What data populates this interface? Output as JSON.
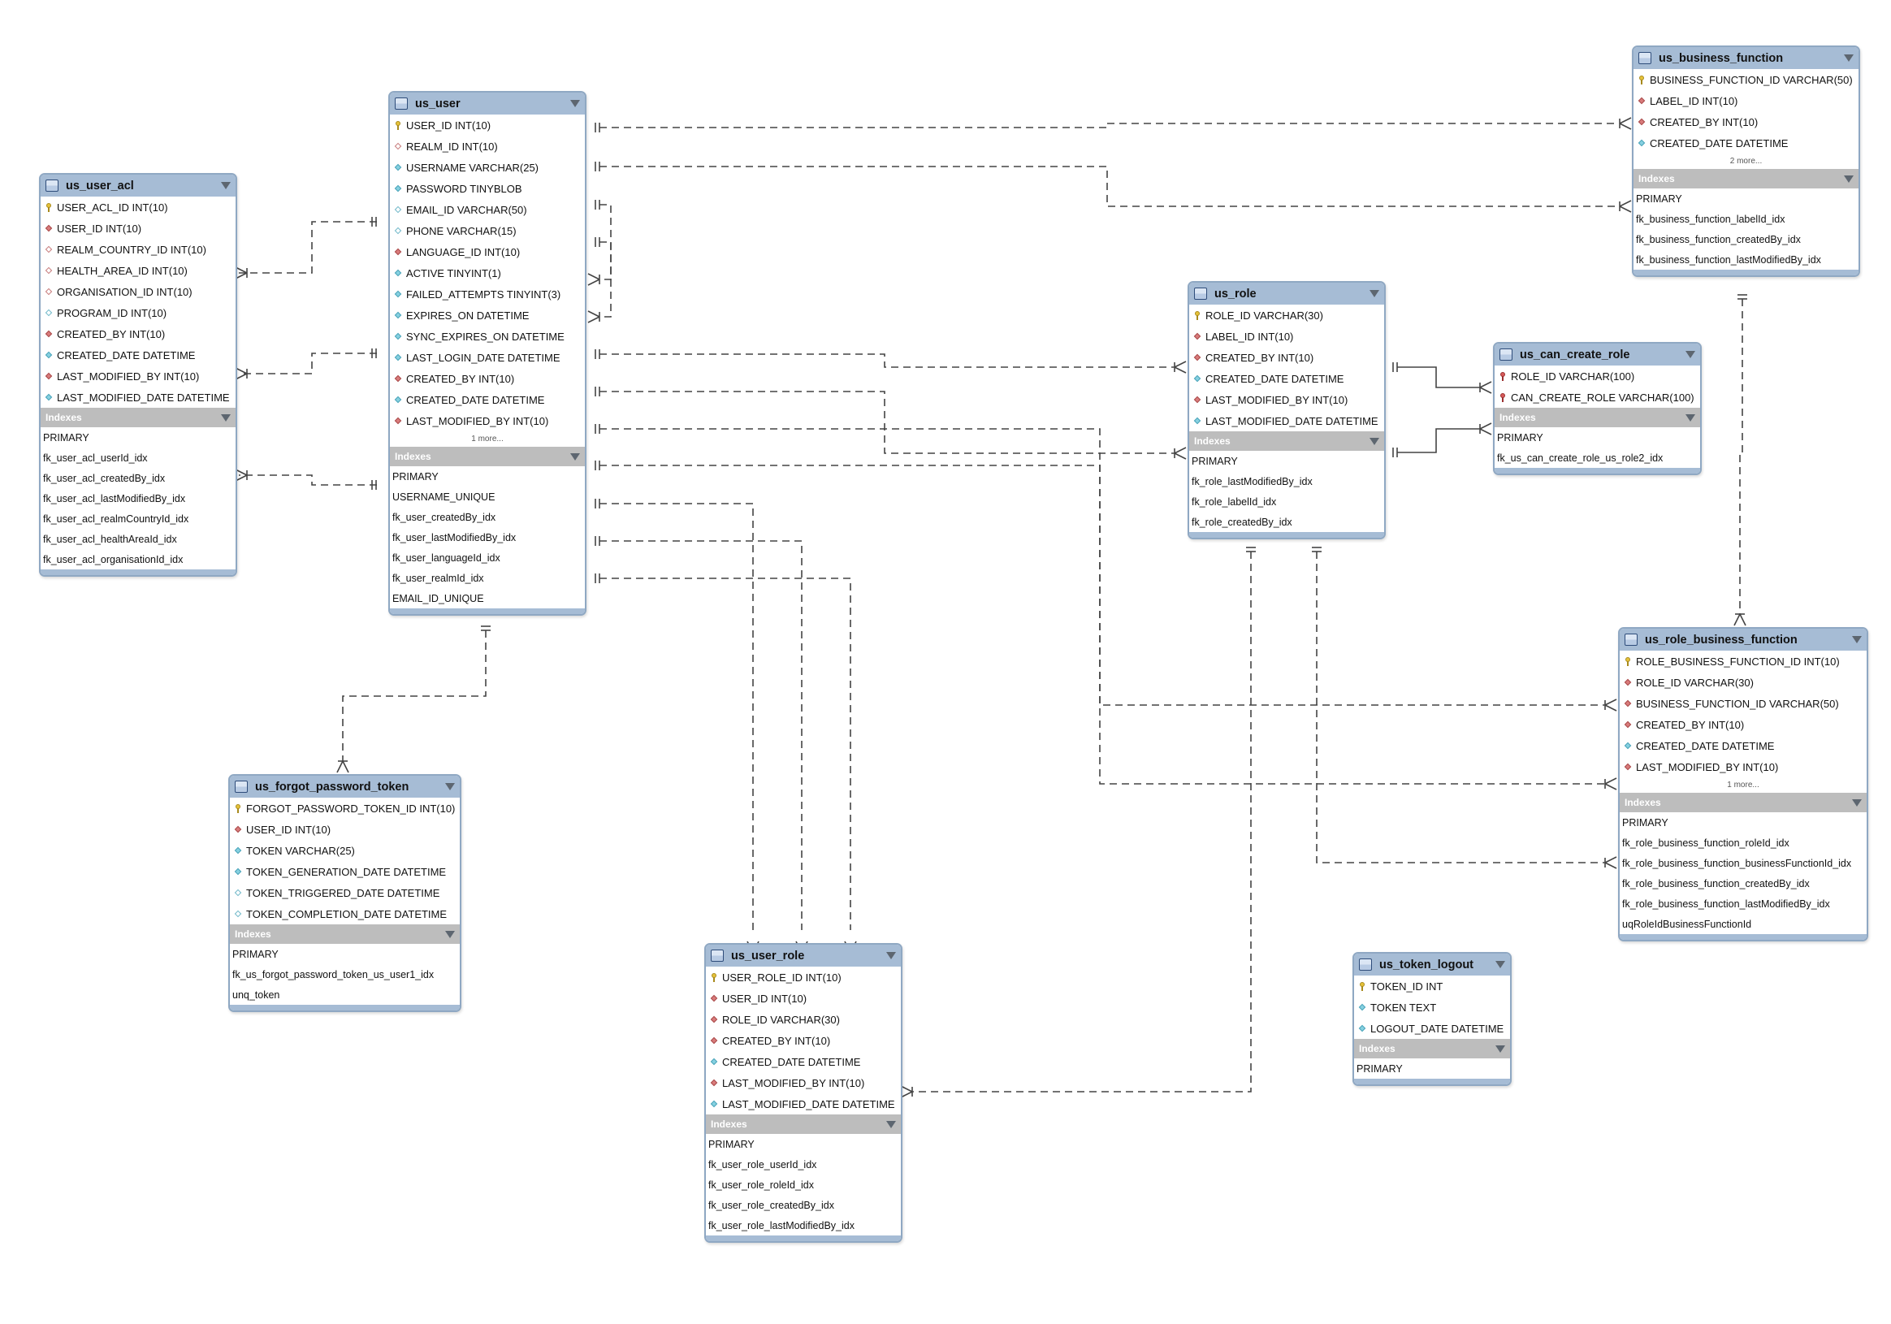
{
  "indexes_label": "Indexes",
  "tables": {
    "us_user_acl": {
      "name": "us_user_acl",
      "columns": [
        {
          "icon": "pk",
          "text": "USER_ACL_ID INT(10)"
        },
        {
          "icon": "fk",
          "text": "USER_ID INT(10)"
        },
        {
          "icon": "fkx",
          "text": "REALM_COUNTRY_ID INT(10)"
        },
        {
          "icon": "fkx",
          "text": "HEALTH_AREA_ID INT(10)"
        },
        {
          "icon": "fkx",
          "text": "ORGANISATION_ID INT(10)"
        },
        {
          "icon": "colo",
          "text": "PROGRAM_ID INT(10)"
        },
        {
          "icon": "fk",
          "text": "CREATED_BY INT(10)"
        },
        {
          "icon": "col",
          "text": "CREATED_DATE DATETIME"
        },
        {
          "icon": "fk",
          "text": "LAST_MODIFIED_BY INT(10)"
        },
        {
          "icon": "col",
          "text": "LAST_MODIFIED_DATE DATETIME"
        }
      ],
      "more": "",
      "indexes": [
        "PRIMARY",
        "fk_user_acl_userId_idx",
        "fk_user_acl_createdBy_idx",
        "fk_user_acl_lastModifiedBy_idx",
        "fk_user_acl_realmCountryId_idx",
        "fk_user_acl_healthAreaId_idx",
        "fk_user_acl_organisationId_idx"
      ]
    },
    "us_user": {
      "name": "us_user",
      "columns": [
        {
          "icon": "pk",
          "text": "USER_ID INT(10)"
        },
        {
          "icon": "fkx",
          "text": "REALM_ID INT(10)"
        },
        {
          "icon": "col",
          "text": "USERNAME VARCHAR(25)"
        },
        {
          "icon": "col",
          "text": "PASSWORD TINYBLOB"
        },
        {
          "icon": "colo",
          "text": "EMAIL_ID VARCHAR(50)"
        },
        {
          "icon": "colo",
          "text": "PHONE VARCHAR(15)"
        },
        {
          "icon": "fk",
          "text": "LANGUAGE_ID INT(10)"
        },
        {
          "icon": "col",
          "text": "ACTIVE TINYINT(1)"
        },
        {
          "icon": "col",
          "text": "FAILED_ATTEMPTS TINYINT(3)"
        },
        {
          "icon": "col",
          "text": "EXPIRES_ON DATETIME"
        },
        {
          "icon": "col",
          "text": "SYNC_EXPIRES_ON DATETIME"
        },
        {
          "icon": "col",
          "text": "LAST_LOGIN_DATE DATETIME"
        },
        {
          "icon": "fk",
          "text": "CREATED_BY INT(10)"
        },
        {
          "icon": "col",
          "text": "CREATED_DATE DATETIME"
        },
        {
          "icon": "fk",
          "text": "LAST_MODIFIED_BY INT(10)"
        }
      ],
      "more": "1 more...",
      "indexes": [
        "PRIMARY",
        "USERNAME_UNIQUE",
        "fk_user_createdBy_idx",
        "fk_user_lastModifiedBy_idx",
        "fk_user_languageId_idx",
        "fk_user_realmId_idx",
        "EMAIL_ID_UNIQUE"
      ]
    },
    "us_forgot_password_token": {
      "name": "us_forgot_password_token",
      "columns": [
        {
          "icon": "pk",
          "text": "FORGOT_PASSWORD_TOKEN_ID INT(10)"
        },
        {
          "icon": "fk",
          "text": "USER_ID INT(10)"
        },
        {
          "icon": "col",
          "text": "TOKEN VARCHAR(25)"
        },
        {
          "icon": "col",
          "text": "TOKEN_GENERATION_DATE DATETIME"
        },
        {
          "icon": "colo",
          "text": "TOKEN_TRIGGERED_DATE DATETIME"
        },
        {
          "icon": "colo",
          "text": "TOKEN_COMPLETION_DATE DATETIME"
        }
      ],
      "more": "",
      "indexes": [
        "PRIMARY",
        "fk_us_forgot_password_token_us_user1_idx",
        "unq_token"
      ]
    },
    "us_user_role": {
      "name": "us_user_role",
      "columns": [
        {
          "icon": "pk",
          "text": "USER_ROLE_ID INT(10)"
        },
        {
          "icon": "fk",
          "text": "USER_ID INT(10)"
        },
        {
          "icon": "fk",
          "text": "ROLE_ID VARCHAR(30)"
        },
        {
          "icon": "fk",
          "text": "CREATED_BY INT(10)"
        },
        {
          "icon": "col",
          "text": "CREATED_DATE DATETIME"
        },
        {
          "icon": "fk",
          "text": "LAST_MODIFIED_BY INT(10)"
        },
        {
          "icon": "col",
          "text": "LAST_MODIFIED_DATE DATETIME"
        }
      ],
      "more": "",
      "indexes": [
        "PRIMARY",
        "fk_user_role_userId_idx",
        "fk_user_role_roleId_idx",
        "fk_user_role_createdBy_idx",
        "fk_user_role_lastModifiedBy_idx"
      ]
    },
    "us_role": {
      "name": "us_role",
      "columns": [
        {
          "icon": "pk",
          "text": "ROLE_ID VARCHAR(30)"
        },
        {
          "icon": "fk",
          "text": "LABEL_ID INT(10)"
        },
        {
          "icon": "fk",
          "text": "CREATED_BY INT(10)"
        },
        {
          "icon": "col",
          "text": "CREATED_DATE DATETIME"
        },
        {
          "icon": "fk",
          "text": "LAST_MODIFIED_BY INT(10)"
        },
        {
          "icon": "col",
          "text": "LAST_MODIFIED_DATE DATETIME"
        }
      ],
      "more": "",
      "indexes": [
        "PRIMARY",
        "fk_role_lastModifiedBy_idx",
        "fk_role_labelId_idx",
        "fk_role_createdBy_idx"
      ]
    },
    "us_can_create_role": {
      "name": "us_can_create_role",
      "columns": [
        {
          "icon": "fkpk",
          "text": "ROLE_ID VARCHAR(100)"
        },
        {
          "icon": "fkpk",
          "text": "CAN_CREATE_ROLE VARCHAR(100)"
        }
      ],
      "more": "",
      "indexes": [
        "PRIMARY",
        "fk_us_can_create_role_us_role2_idx"
      ]
    },
    "us_business_function": {
      "name": "us_business_function",
      "columns": [
        {
          "icon": "pk",
          "text": "BUSINESS_FUNCTION_ID VARCHAR(50)"
        },
        {
          "icon": "fk",
          "text": "LABEL_ID INT(10)"
        },
        {
          "icon": "fk",
          "text": "CREATED_BY INT(10)"
        },
        {
          "icon": "col",
          "text": "CREATED_DATE DATETIME"
        }
      ],
      "more": "2 more...",
      "indexes": [
        "PRIMARY",
        "fk_business_function_labelId_idx",
        "fk_business_function_createdBy_idx",
        "fk_business_function_lastModifiedBy_idx"
      ]
    },
    "us_role_business_function": {
      "name": "us_role_business_function",
      "columns": [
        {
          "icon": "pk",
          "text": "ROLE_BUSINESS_FUNCTION_ID INT(10)"
        },
        {
          "icon": "fk",
          "text": "ROLE_ID VARCHAR(30)"
        },
        {
          "icon": "fk",
          "text": "BUSINESS_FUNCTION_ID VARCHAR(50)"
        },
        {
          "icon": "fk",
          "text": "CREATED_BY INT(10)"
        },
        {
          "icon": "col",
          "text": "CREATED_DATE DATETIME"
        },
        {
          "icon": "fk",
          "text": "LAST_MODIFIED_BY INT(10)"
        }
      ],
      "more": "1 more...",
      "indexes": [
        "PRIMARY",
        "fk_role_business_function_roleId_idx",
        "fk_role_business_function_businessFunctionId_idx",
        "fk_role_business_function_createdBy_idx",
        "fk_role_business_function_lastModifiedBy_idx",
        "uqRoleIdBusinessFunctionId"
      ]
    },
    "us_token_logout": {
      "name": "us_token_logout",
      "columns": [
        {
          "icon": "pk",
          "text": "TOKEN_ID INT"
        },
        {
          "icon": "col",
          "text": "TOKEN TEXT"
        },
        {
          "icon": "col",
          "text": "LOGOUT_DATE DATETIME"
        }
      ],
      "more": "",
      "indexes": [
        "PRIMARY"
      ]
    }
  },
  "colors": {
    "header": "#a6bcd5",
    "border": "#8fa8c3",
    "indexes_bar": "#bdbdbd",
    "connector": "#444444"
  }
}
